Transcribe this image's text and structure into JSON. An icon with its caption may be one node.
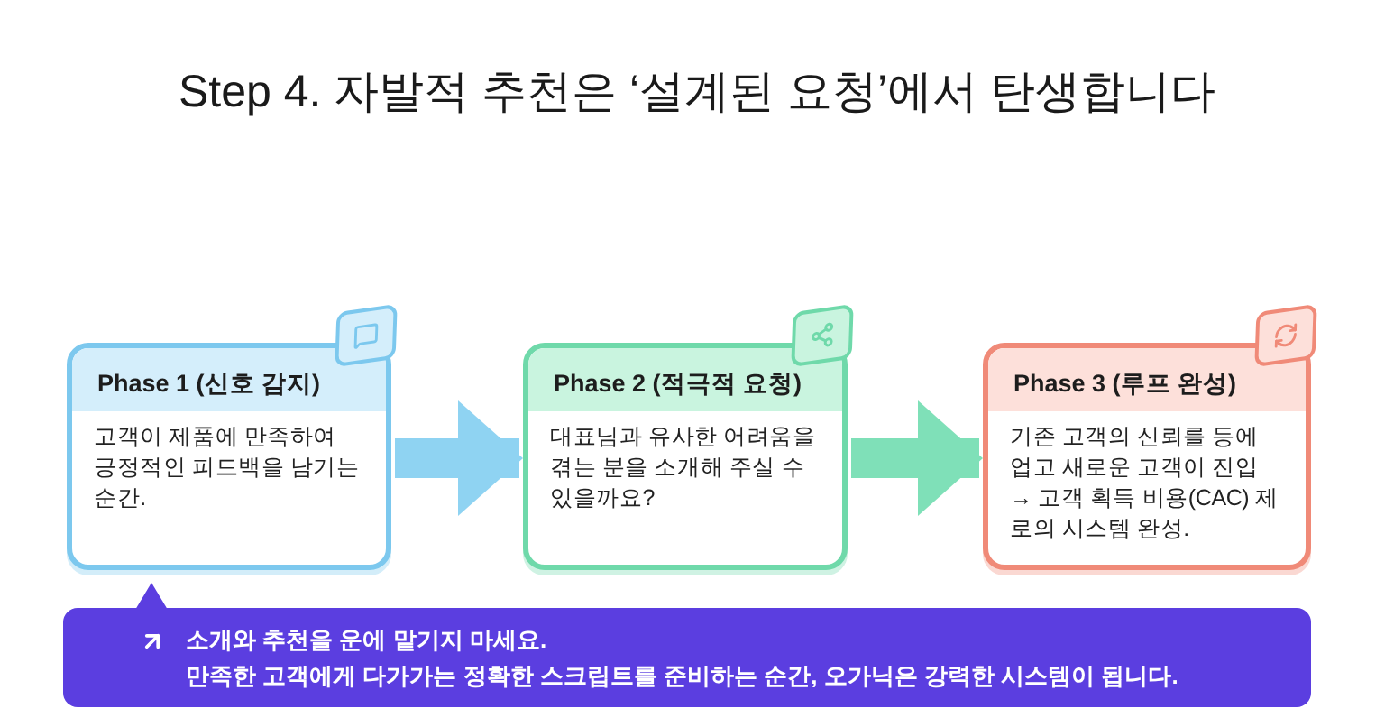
{
  "diagram": {
    "title": "Step 4. 자발적 추천은 ‘설계된 요청’에서 탄생합니다",
    "nodes": [
      {
        "text": [
          "Phase 1 (신호 감지)",
          "고객이 제품에 만족하여 긍정적인 피드백을 남기는 순간."
        ]
      },
      {
        "text": [
          "Phase 2 (적극적 요청)",
          "대표님과 유사한 어려움을 겪는 분을 소개해 주실 수 있을까요?"
        ]
      },
      {
        "text": [
          "Phase 3 (루프 완성)",
          "기존 고객의 신뢰를 등에 업고 새로운 고객이 진입 → 고객 획득 비용(CAC) 제로의 시스템 완성."
        ]
      },
      {
        "text": [
          "소개와 추천을 운에 맡기지 마세요.",
          "만족한 고객에게 다가가는 정확한 스크립트를 준비하는 순간, 오가닉은 강력한 시스템이 됩니다."
        ]
      }
    ],
    "edges": [
      {
        "from": 0,
        "to": 1,
        "arrow": "to",
        "color": "#8fd3f2"
      },
      {
        "from": 1,
        "to": 2,
        "arrow": "to",
        "color": "#7fe0b8"
      }
    ]
  }
}
